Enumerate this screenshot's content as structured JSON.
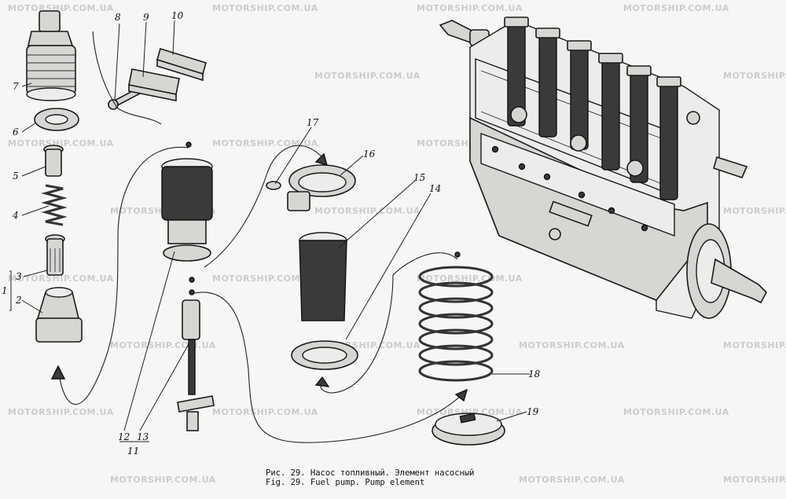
{
  "watermark": "MOTORSHIP.COM.UA",
  "part_labels": {
    "p1": "1",
    "p2": "2",
    "p3": "3",
    "p4": "4",
    "p5": "5",
    "p6": "6",
    "p7": "7",
    "p8": "8",
    "p9": "9",
    "p10": "10",
    "p11": "11",
    "p12": "12",
    "p13": "13",
    "p14": "14",
    "p15": "15",
    "p16": "16",
    "p17": "17",
    "p18": "18",
    "p19": "19"
  },
  "caption": {
    "line_ru": "Рис. 29. Насос топливный. Элемент насосный",
    "line_en": "Fig. 29. Fuel pump. Pump element"
  }
}
